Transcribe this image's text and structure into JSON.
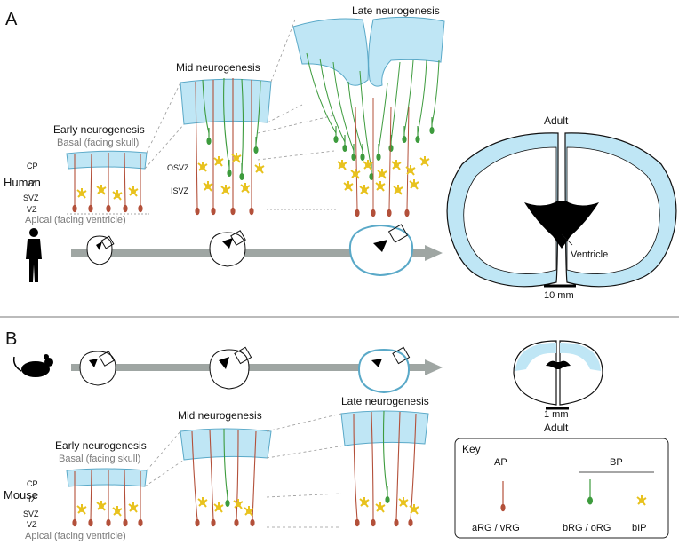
{
  "colors": {
    "cortex": "#bfe6f5",
    "cortex_stroke": "#5aa9c8",
    "arg": "#b3503a",
    "brg": "#3d9b3d",
    "bip": "#e8c21e",
    "timeline": "#9fa6a3",
    "ventricle": "#000000"
  },
  "panel_a": {
    "letter": "A",
    "species": "Human",
    "early": "Early neurogenesis",
    "mid": "Mid neurogenesis",
    "late": "Late neurogenesis",
    "basal": "Basal (facing skull)",
    "apical": "Apical (facing ventricle)",
    "zone_cp": "CP",
    "zone_iz": "IZ",
    "zone_svz": "SVZ",
    "zone_vz": "VZ",
    "zone_osvz": "OSVZ",
    "zone_isvz": "ISVZ",
    "adult": "Adult",
    "ventricle": "Ventricle",
    "scale": "10 mm",
    "human_icon": "human-silhouette-icon"
  },
  "panel_b": {
    "letter": "B",
    "species": "Mouse",
    "early": "Early neurogenesis",
    "mid": "Mid neurogenesis",
    "late": "Late neurogenesis",
    "basal": "Basal (facing skull)",
    "apical": "Apical (facing ventricle)",
    "zone_cp": "CP",
    "zone_iz": "IZ",
    "zone_svz": "SVZ",
    "zone_vz": "VZ",
    "adult": "Adult",
    "scale": "1 mm",
    "mouse_icon": "mouse-silhouette-icon"
  },
  "key": {
    "title": "Key",
    "ap": "AP",
    "bp": "BP",
    "arg": "aRG / vRG",
    "brg": "bRG / oRG",
    "bip": "bIP"
  }
}
